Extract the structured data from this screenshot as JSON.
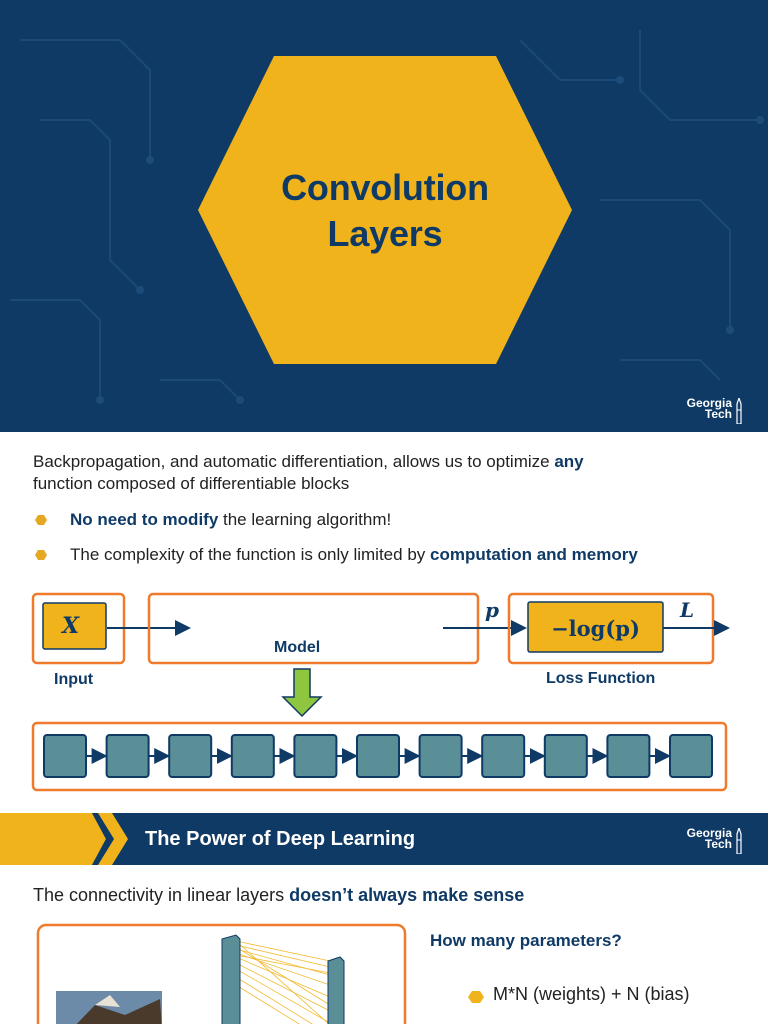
{
  "slide_title": {
    "title_line1": "Convolution",
    "title_line2": "Layers",
    "logo_line1": "Georgia",
    "logo_line2": "Tech"
  },
  "intro": {
    "line1_start": "Backpropagation, and automatic differentiation, allows us to optimize ",
    "line1_bold": "any",
    "line2": "function composed of differentiable blocks"
  },
  "bullets": [
    {
      "bold": "No need to modify",
      "text": " the learning algorithm!"
    },
    {
      "text": "The complexity of the function is only limited by ",
      "bold": "computation and memory"
    }
  ],
  "diagram": {
    "input_symbol": "X",
    "input_label": "Input",
    "model_label": "Model",
    "p_symbol": "p",
    "loss_expression": "−log(p)",
    "L_symbol": "L",
    "loss_label": "Loss Function",
    "chain_blocks": 11
  },
  "section_banner": {
    "title": "The Power of Deep Learning",
    "logo_line1": "Georgia",
    "logo_line2": "Tech"
  },
  "slide3": {
    "line_start": "The connectivity in linear layers ",
    "line_bold": "doesn’t always make sense",
    "question": "How many parameters?",
    "answer": "M*N (weights) + N (bias)"
  },
  "colors": {
    "navy": "#0f3a66",
    "gold": "#f1b31c",
    "orange": "#f07a2b",
    "teal": "#5b8f98",
    "green": "#8ec63f"
  }
}
